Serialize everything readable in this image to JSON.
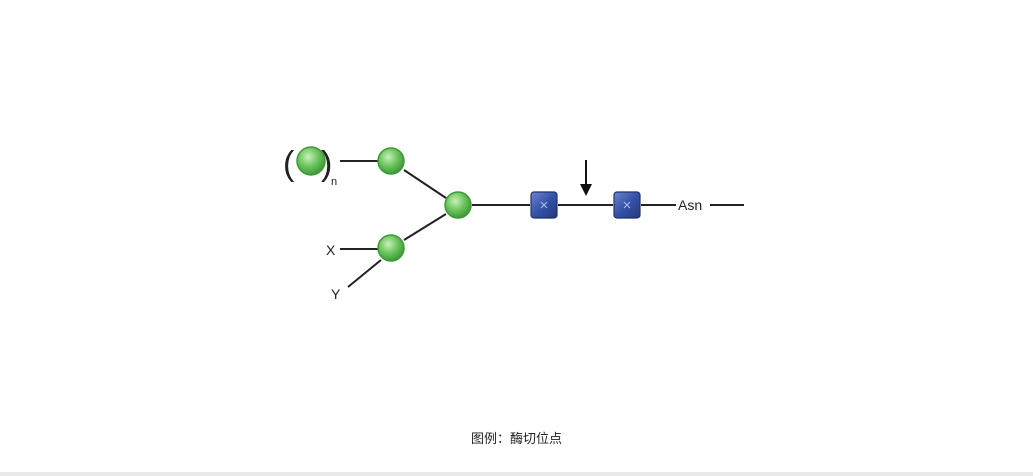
{
  "diagram": {
    "labels": {
      "paren_open": "(",
      "paren_close": ")",
      "repeat": "n",
      "x": "X",
      "y": "Y",
      "asn": "Asn"
    },
    "colors": {
      "mannose": "#55b84b",
      "glcnac": "#2e4fa0",
      "line": "#222222"
    }
  },
  "caption": "图例：酶切位点"
}
